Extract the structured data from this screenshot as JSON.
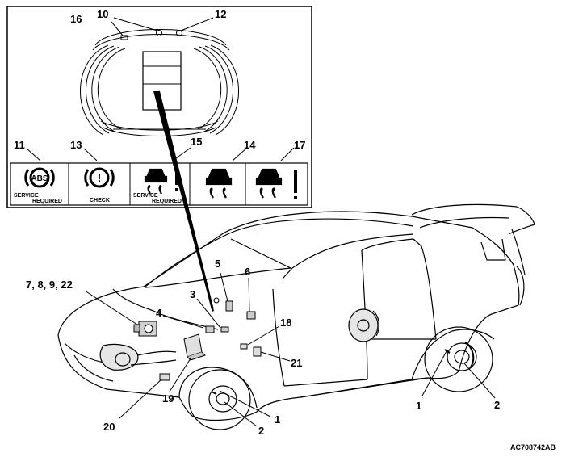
{
  "figure_code": "AC708742AB",
  "callouts": {
    "c1a": "1",
    "c1b": "1",
    "c2a": "2",
    "c2b": "2",
    "c3": "3",
    "c4": "4",
    "c5": "5",
    "c6": "6",
    "c7": "7, 8, 9, 22",
    "c10": "10",
    "c11": "11",
    "c12": "12",
    "c13": "13",
    "c14": "14",
    "c15": "15",
    "c16": "16",
    "c17": "17",
    "c18": "18",
    "c19": "19",
    "c20": "20",
    "c21": "21"
  },
  "warning_lamps": {
    "abs": {
      "icon_text": "ABS",
      "line1": "SERVICE",
      "line2": "REQUIRED"
    },
    "brake": {
      "icon_text": "!",
      "label": "CHECK"
    },
    "stability_service": {
      "line1": "SERVICE",
      "line2": "REQUIRED"
    }
  }
}
